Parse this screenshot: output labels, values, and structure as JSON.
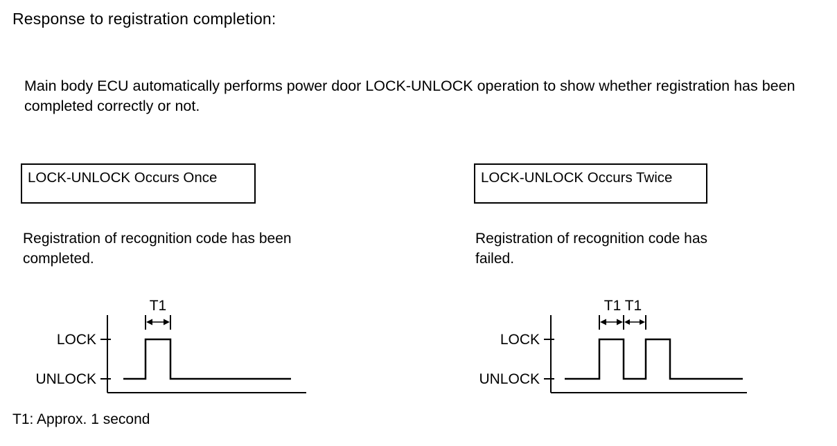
{
  "page": {
    "title": "Response to registration completion:",
    "description": "Main body ECU automatically performs power door LOCK-UNLOCK operation to show whether registration has been completed correctly or not.",
    "footnote": "T1: Approx. 1 second"
  },
  "colors": {
    "background": "#ffffff",
    "text": "#000000",
    "line": "#000000"
  },
  "panels": [
    {
      "box_label": "LOCK-UNLOCK Occurs Once",
      "result_text": "Registration of recognition code has been completed.",
      "waveform": {
        "lock_label": "LOCK",
        "unlock_label": "UNLOCK",
        "t1_label": "T1",
        "pulses": 1
      }
    },
    {
      "box_label": "LOCK-UNLOCK Occurs Twice",
      "result_text": "Registration of recognition code has failed.",
      "waveform": {
        "lock_label": "LOCK",
        "unlock_label": "UNLOCK",
        "t1_label": "T1 T1",
        "pulses": 2
      }
    }
  ]
}
